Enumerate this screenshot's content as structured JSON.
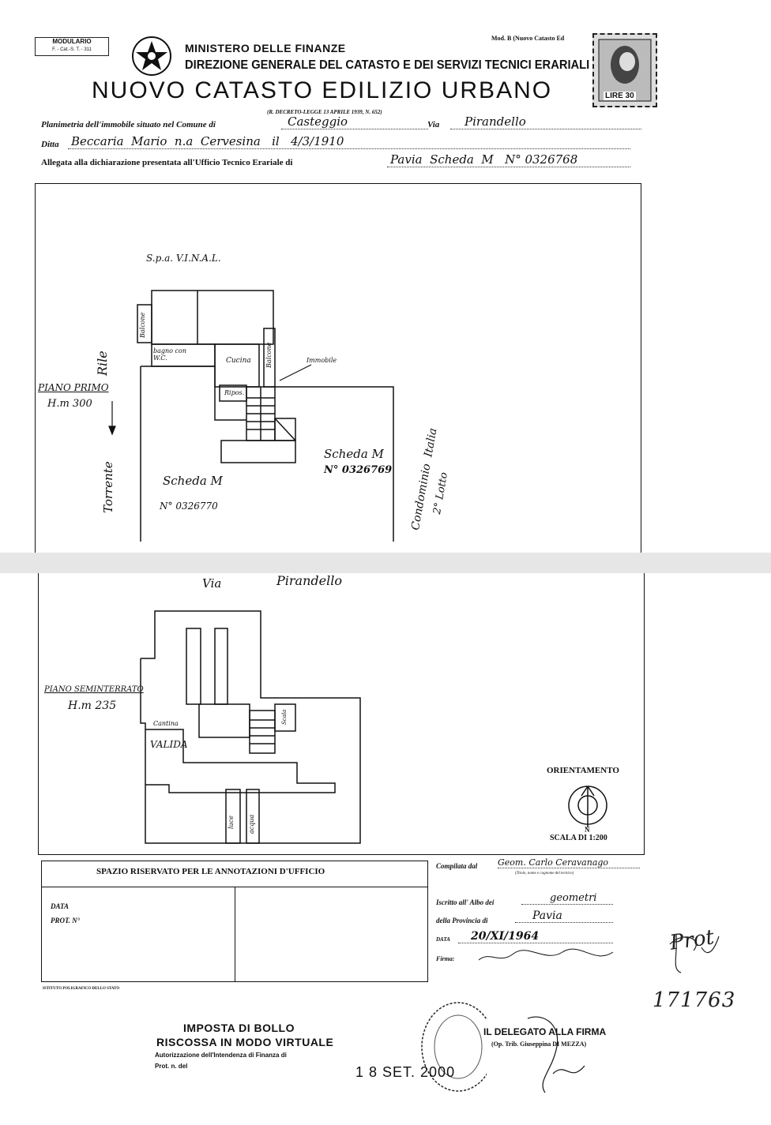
{
  "header": {
    "modulario": "MODULARIO",
    "modulario_code": "F. - Cat.-S. T. - 311",
    "ministry": "MINISTERO DELLE FINANZE",
    "direction": "DIREZIONE GENERALE DEL CATASTO E DEI SERVIZI TECNICI ERARIALI",
    "title": "NUOVO CATASTO EDILIZIO URBANO",
    "decree": "(R. DECRETO-LEGGE 13 APRILE 1939, N. 652)",
    "mod": "Mod. B (Nuovo Catasto Ed",
    "stamp_value": "LIRE 30"
  },
  "form": {
    "planimetria_label": "Planimetria dell'immobile situato nel Comune di",
    "comune": "Casteggio",
    "via_label": "Via",
    "via": "Pirandello",
    "ditta_label": "Ditta",
    "ditta": "Beccaria  Mario  n.a  Cervesina   il   4/3/1910",
    "allegata_label": "Allegata alla dichiarazione presentata all'Ufficio Tecnico Erariale di",
    "allegata": "Pavia  Scheda  M   N° 0326768"
  },
  "plan_upper": {
    "spa": "S.p.a. V.I.N.A.L.",
    "rile": "Rile",
    "piano": "PIANO PRIMO",
    "height": "H.m 300",
    "torrente": "Torrente",
    "balcone1": "Balcone",
    "balcone2": "Balcone",
    "bagno": "bagno con W.C.",
    "cucina": "Cucina",
    "ripost": "Ripos.",
    "immobile": "Immobile",
    "scheda1": "Scheda M",
    "scheda1_num": "N° 0326769",
    "scheda2": "Scheda M",
    "scheda2_num": "N° 0326770",
    "condominio": "Condominio  Italia",
    "lotto": "2° Lotto"
  },
  "plan_lower": {
    "via": "Via",
    "via_name": "Pirandello",
    "piano": "PIANO SEMINTERRATO",
    "height": "H.m 235",
    "cantina": "Cantina",
    "valida": "VALIDA",
    "scala": "Scala",
    "luce": "luce",
    "acqua": "acqua",
    "orient": "ORIENTAMENTO",
    "north": "N",
    "scala_label": "SCALA DI 1:200"
  },
  "footer": {
    "riservato": "SPAZIO RISERVATO PER LE ANNOTAZIONI D'UFFICIO",
    "data": "DATA",
    "prot": "PROT. N°",
    "compilata": "Compilata dal",
    "compilata_val": "Geom. Carlo Ceravanago",
    "compilata_sub": "(Titolo, nome e cognome del tecnico)",
    "iscritto": "Iscritto all' Albo dei",
    "iscritto_val": "geometri",
    "provincia": "della Provincia di",
    "provincia_val": "Pavia",
    "data2": "DATA",
    "data2_val": "20/XI/1964",
    "firma": "Firma:",
    "istituto": "ISTITUTO POLIGRAFICO DELLO STATO",
    "prot_hand": "Prot",
    "prot_num": "171763",
    "bollo1": "IMPOSTA DI BOLLO",
    "bollo2": "RISCOSSA IN MODO VIRTUALE",
    "bollo3": "Autorizzazione dell'Intendenza di Finanza di",
    "bollo4": "Prot. n.     del",
    "date_stamp": "1 8 SET. 2000",
    "delegato": "IL DELEGATO ALLA FIRMA",
    "delegato_sub": "(Op. Trib. Giuseppina DI MEZZA)"
  }
}
